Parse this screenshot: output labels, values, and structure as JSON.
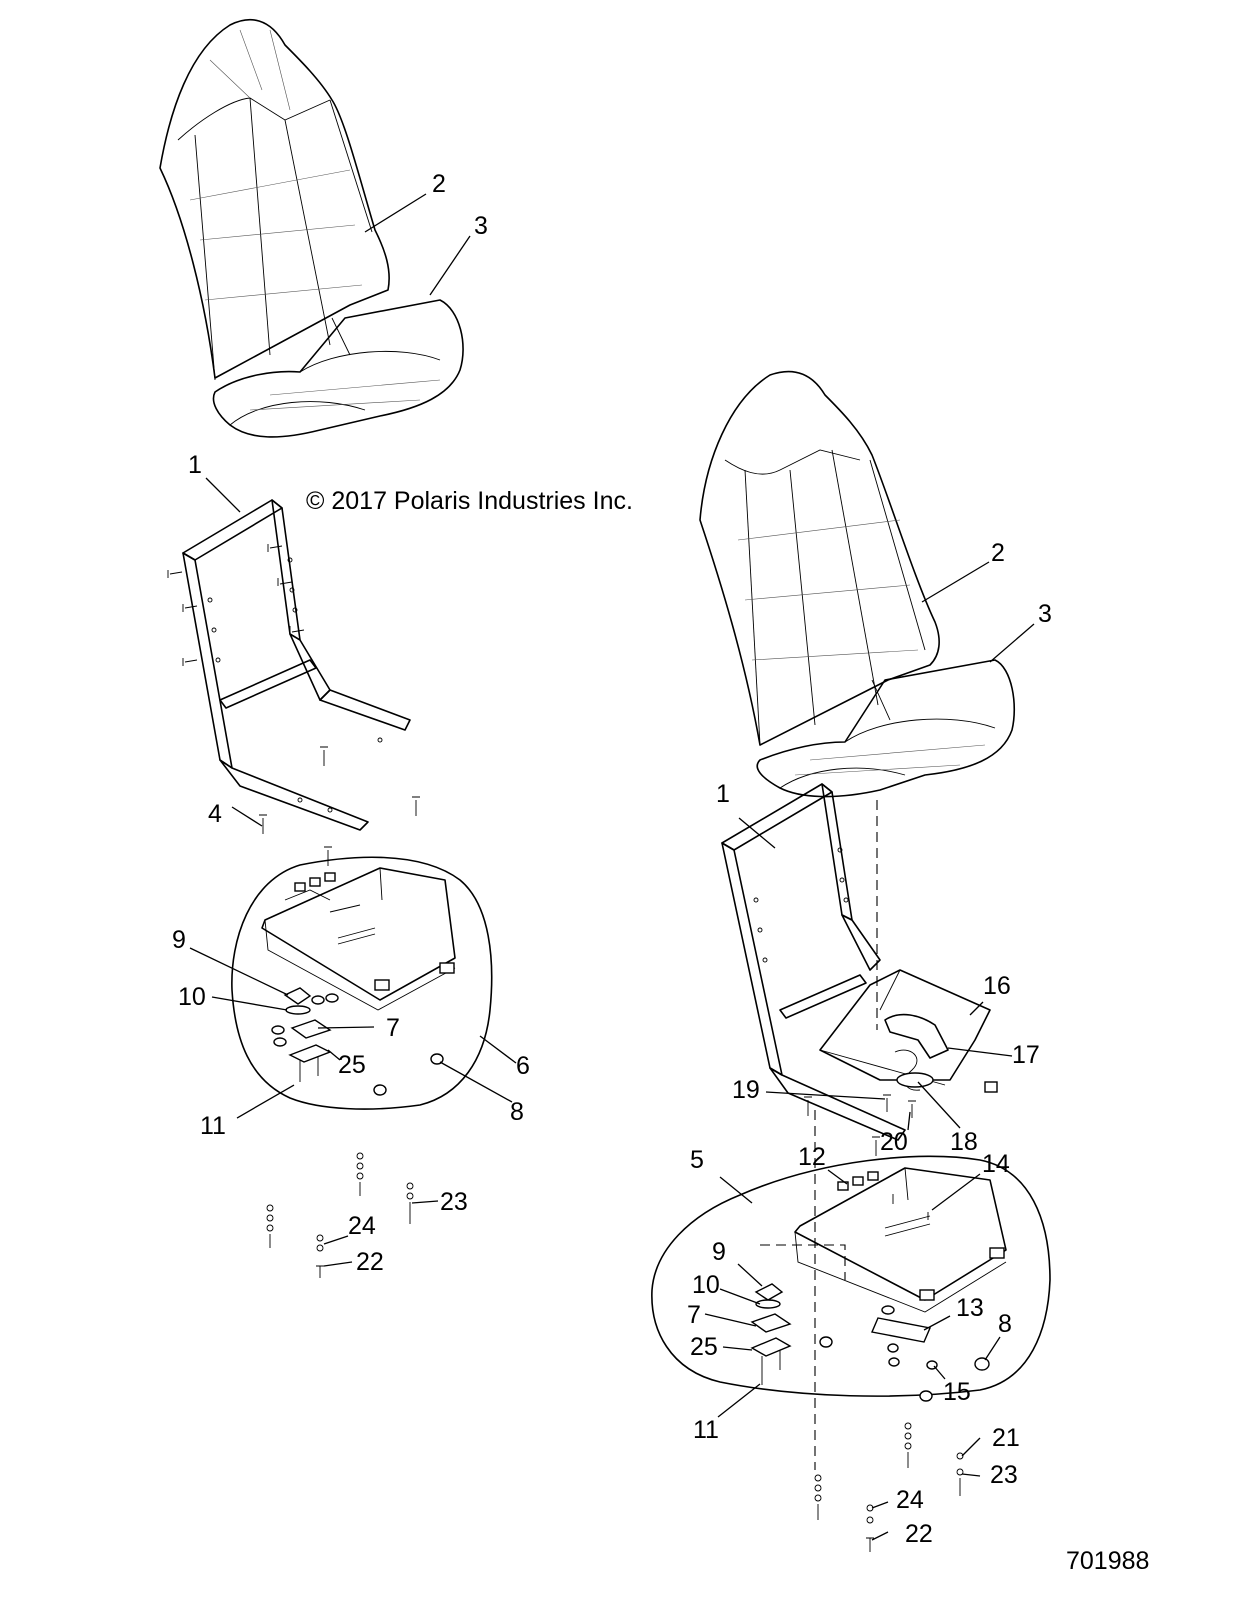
{
  "copyright": "© 2017 Polaris Industries Inc.",
  "figure_id": "701988",
  "callouts": {
    "left": {
      "c2": "2",
      "c3": "3",
      "c1": "1",
      "c4": "4",
      "c9": "9",
      "c10": "10",
      "c7": "7",
      "c25": "25",
      "c6": "6",
      "c11": "11",
      "c8": "8",
      "c23": "23",
      "c24": "24",
      "c22": "22"
    },
    "right": {
      "c2": "2",
      "c3": "3",
      "c1": "1",
      "c16": "16",
      "c17": "17",
      "c19": "19",
      "c20": "20",
      "c18": "18",
      "c5": "5",
      "c12": "12",
      "c14": "14",
      "c9": "9",
      "c10": "10",
      "c7": "7",
      "c25": "25",
      "c13": "13",
      "c8": "8",
      "c15": "15",
      "c11": "11",
      "c21": "21",
      "c23": "23",
      "c24": "24",
      "c22": "22"
    }
  }
}
